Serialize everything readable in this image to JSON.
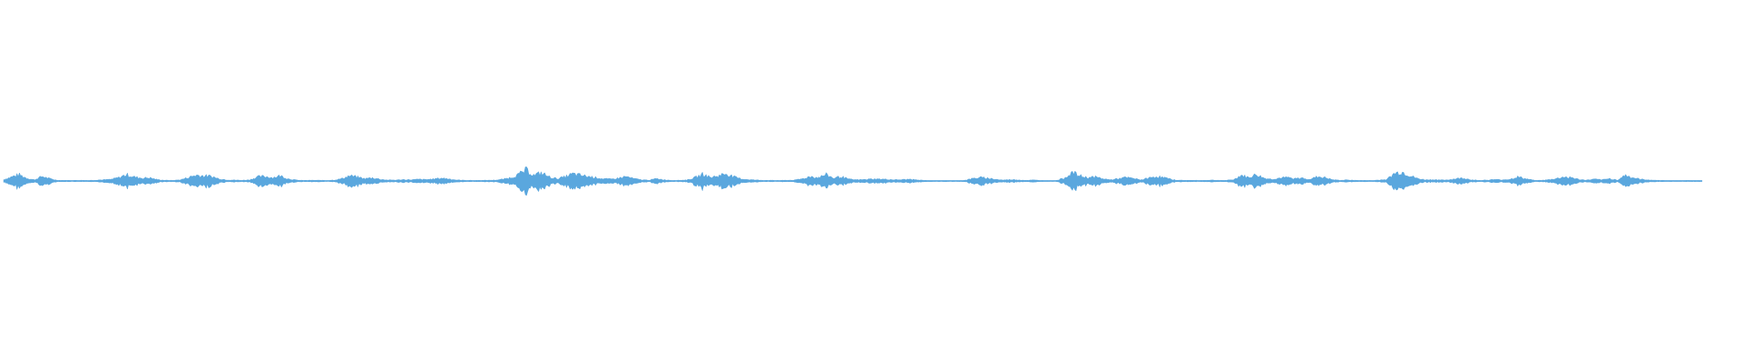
{
  "waveform": {
    "color": "#5aa7de",
    "zero_line_color": "#5aa7de",
    "background": "#ffffff",
    "amplitude_scale": 1.0,
    "envelope": [
      0.12,
      0.35,
      0.55,
      0.25,
      0.1,
      0.4,
      0.2,
      0.06,
      0.05,
      0.05,
      0.06,
      0.05,
      0.08,
      0.1,
      0.14,
      0.3,
      0.55,
      0.35,
      0.25,
      0.28,
      0.12,
      0.06,
      0.05,
      0.1,
      0.3,
      0.5,
      0.45,
      0.4,
      0.2,
      0.1,
      0.08,
      0.06,
      0.1,
      0.35,
      0.4,
      0.3,
      0.45,
      0.2,
      0.08,
      0.05,
      0.06,
      0.06,
      0.05,
      0.08,
      0.2,
      0.45,
      0.35,
      0.2,
      0.28,
      0.15,
      0.08,
      0.08,
      0.12,
      0.1,
      0.14,
      0.12,
      0.18,
      0.25,
      0.18,
      0.08,
      0.06,
      0.05,
      0.05,
      0.06,
      0.08,
      0.15,
      0.3,
      0.55,
      0.95,
      0.5,
      0.7,
      0.35,
      0.2,
      0.35,
      0.6,
      0.5,
      0.4,
      0.3,
      0.2,
      0.15,
      0.25,
      0.38,
      0.2,
      0.1,
      0.08,
      0.2,
      0.1,
      0.06,
      0.06,
      0.1,
      0.3,
      0.6,
      0.3,
      0.45,
      0.65,
      0.35,
      0.18,
      0.12,
      0.08,
      0.06,
      0.05,
      0.05,
      0.06,
      0.08,
      0.2,
      0.4,
      0.3,
      0.55,
      0.25,
      0.38,
      0.15,
      0.1,
      0.12,
      0.18,
      0.16,
      0.14,
      0.1,
      0.12,
      0.15,
      0.08,
      0.05,
      0.0,
      0.0,
      0.02,
      0.0,
      0.05,
      0.2,
      0.3,
      0.25,
      0.15,
      0.08,
      0.12,
      0.1,
      0.06,
      0.08,
      0.05,
      0.0,
      0.05,
      0.25,
      0.75,
      0.45,
      0.3,
      0.35,
      0.2,
      0.1,
      0.2,
      0.3,
      0.22,
      0.1,
      0.25,
      0.4,
      0.3,
      0.12,
      0.06,
      0.06,
      0.05,
      0.05,
      0.08,
      0.06,
      0.05,
      0.1,
      0.5,
      0.3,
      0.55,
      0.25,
      0.15,
      0.25,
      0.3,
      0.2,
      0.25,
      0.15,
      0.38,
      0.28,
      0.1,
      0.06,
      0.1,
      0.05,
      0.05,
      0.04,
      0.08,
      0.15,
      0.65,
      0.75,
      0.45,
      0.2,
      0.1,
      0.12,
      0.08,
      0.1,
      0.2,
      0.25,
      0.1,
      0.05,
      0.08,
      0.12,
      0.1,
      0.15,
      0.35,
      0.2,
      0.08,
      0.05,
      0.1,
      0.2,
      0.35,
      0.3,
      0.12,
      0.08,
      0.15,
      0.1,
      0.2,
      0.08,
      0.5,
      0.28,
      0.14,
      0.1,
      0.06,
      0.05,
      0.03,
      0.02,
      0.05,
      0.03,
      0.01
    ]
  }
}
